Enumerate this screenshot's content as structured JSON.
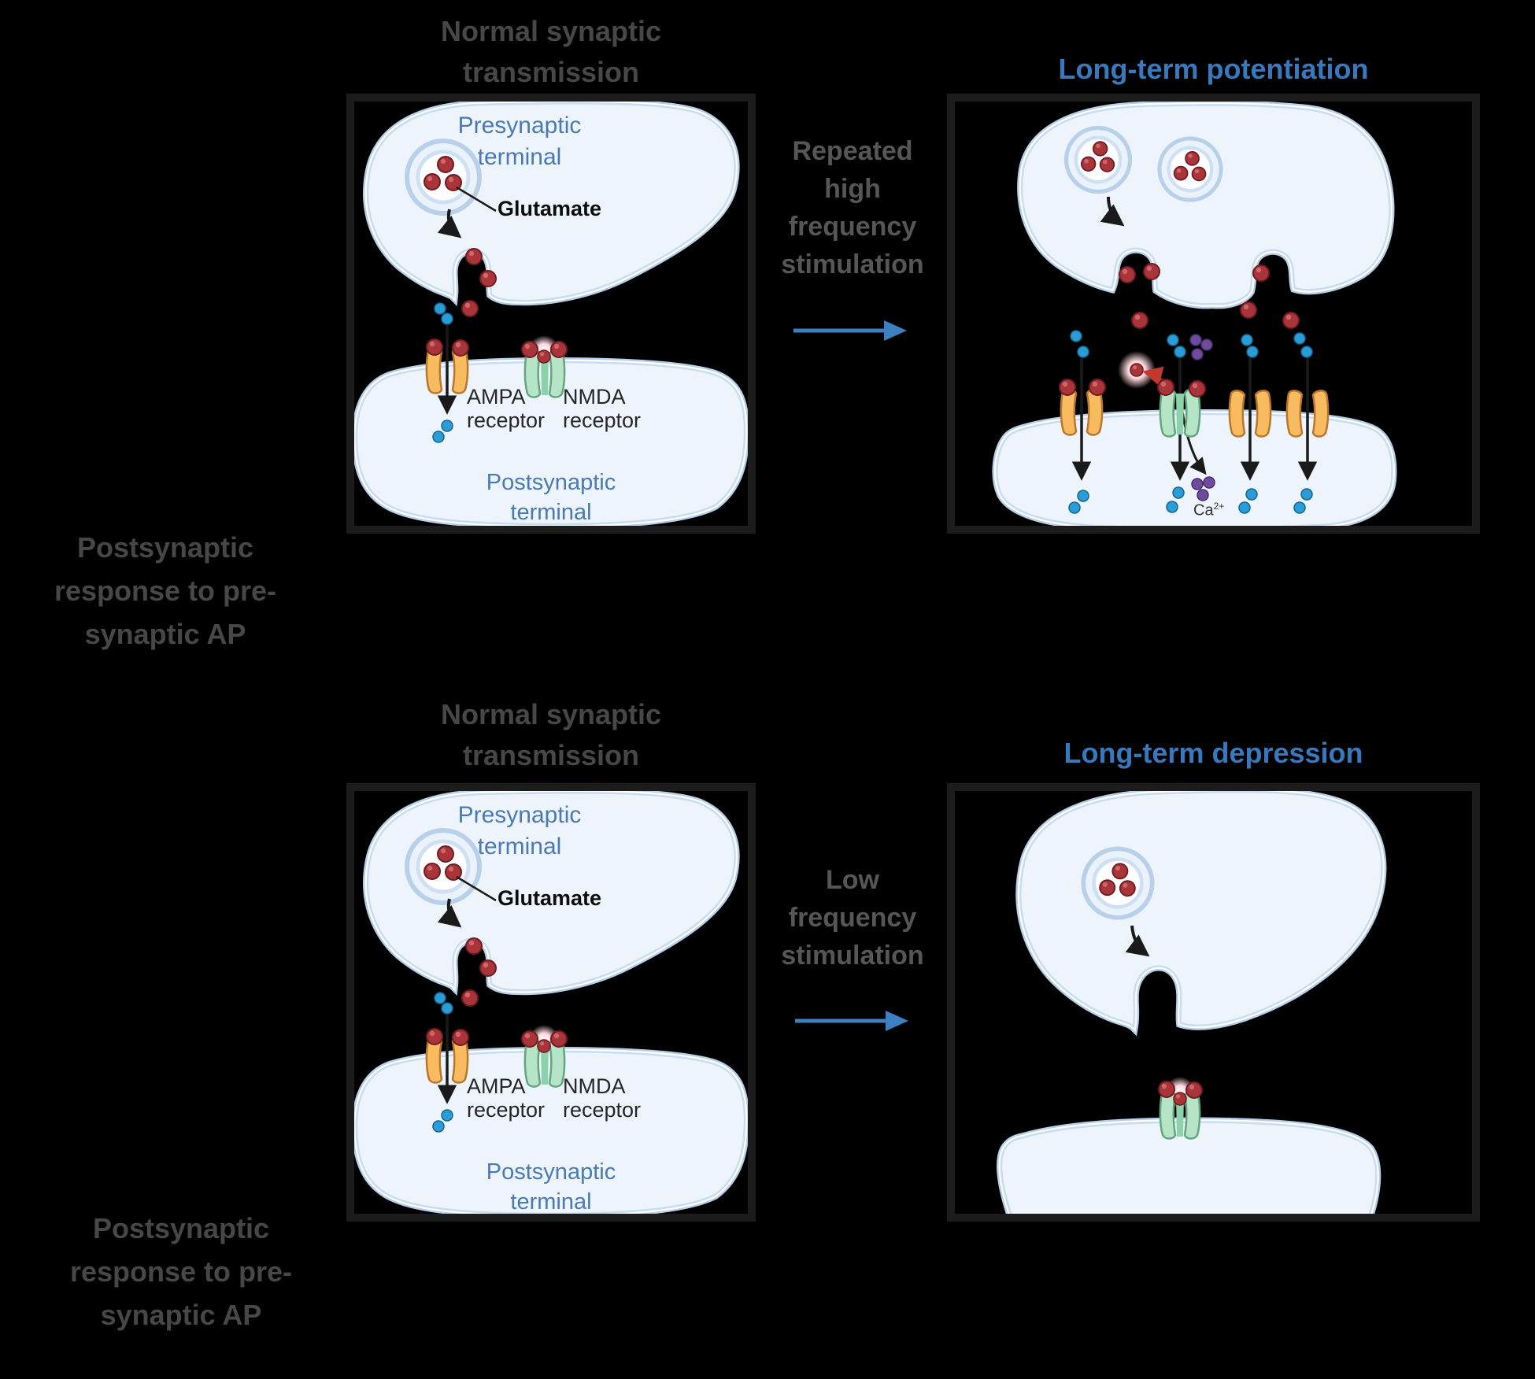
{
  "figure": {
    "row1": {
      "left_title_lines": [
        "Normal synaptic",
        "transmission"
      ],
      "right_title": "Long-term potentiation",
      "middle_lines": [
        "Repeated",
        "high",
        "frequency",
        "stimulation"
      ]
    },
    "row2": {
      "left_title_lines": [
        "Normal synaptic",
        "transmission"
      ],
      "right_title": "Long-term depression",
      "middle_lines": [
        "Low",
        "frequency",
        "stimulation"
      ]
    },
    "side_label_top_lines": [
      "Postsynaptic",
      "response to pre-",
      "synaptic AP"
    ],
    "side_label_bottom_lines": [
      "Postsynaptic",
      "response to pre-",
      "synaptic AP"
    ],
    "panel_labels": {
      "presynaptic_line1": "Presynaptic",
      "presynaptic_line2": "terminal",
      "postsynaptic_line1": "Postsynaptic",
      "postsynaptic_line2": "terminal",
      "glutamate": "Glutamate",
      "ampa_line1": "AMPA",
      "ampa_line2": "receptor",
      "nmda_line1": "NMDA",
      "nmda_line2": "receptor",
      "calcium_base": "Ca",
      "calcium_sup": "2+"
    },
    "colors": {
      "title_blue": "#3779bd",
      "label_blue": "#4a7ab5",
      "outside_gray": "#474747",
      "middle_gray": "#565656",
      "arrow_blue": "#3c80c4",
      "membrane_fill": "#eef4fb",
      "membrane_stroke": "#b7cfe9",
      "glutamate_red": "#a93439",
      "ampa_orange": "#f9bb60",
      "nmda_green": "#b5e5c6",
      "ion_blue": "#2a9cd8",
      "ion_purple": "#6f4b9e"
    }
  }
}
